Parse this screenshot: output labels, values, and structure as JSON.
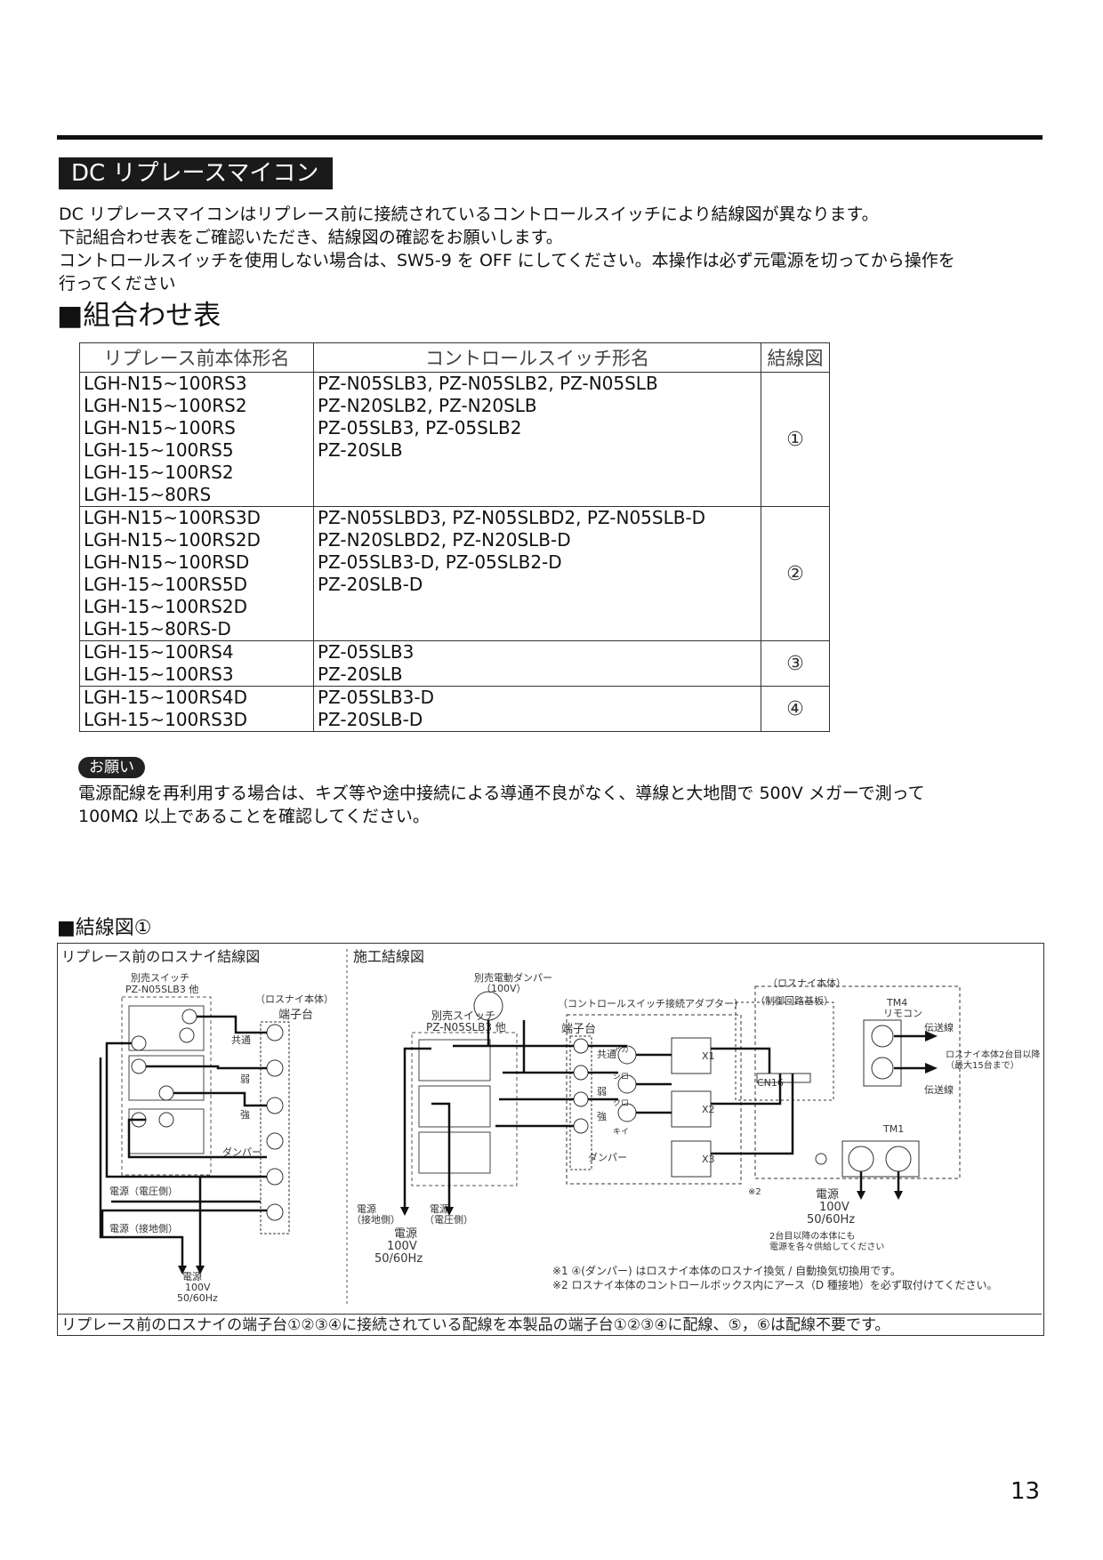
{
  "section_title": "DC リプレースマイコン",
  "intro": [
    "DC リプレースマイコンはリプレース前に接続されているコントロールスイッチにより結線図が異なります。",
    "下記組合わせ表をご確認いただき、結線図の確認をお願いします。",
    "コントロールスイッチを使用しない場合は、SW5-9 を OFF にしてください。本操作は必ず元電源を切ってから操作を",
    "行ってください"
  ],
  "table": {
    "heading": "■組合わせ表",
    "headers": [
      "リプレース前本体形名",
      "コントロールスイッチ形名",
      "結線図"
    ],
    "rows": [
      {
        "models": [
          "LGH-N15~100RS3",
          "LGH-N15~100RS2",
          "LGH-N15~100RS",
          "LGH-15~100RS5",
          "LGH-15~100RS2",
          "LGH-15~80RS"
        ],
        "switches": [
          "PZ-N05SLB3, PZ-N05SLB2, PZ-N05SLB",
          "PZ-N20SLB2, PZ-N20SLB",
          "PZ-05SLB3, PZ-05SLB2",
          "PZ-20SLB"
        ],
        "diagram": "①"
      },
      {
        "models": [
          "LGH-N15~100RS3D",
          "LGH-N15~100RS2D",
          "LGH-N15~100RSD",
          "LGH-15~100RS5D",
          "LGH-15~100RS2D",
          "LGH-15~80RS-D"
        ],
        "switches": [
          "PZ-N05SLBD3, PZ-N05SLBD2, PZ-N05SLB-D",
          "PZ-N20SLBD2, PZ-N20SLB-D",
          "PZ-05SLB3-D, PZ-05SLB2-D",
          "PZ-20SLB-D"
        ],
        "diagram": "②"
      },
      {
        "models": [
          "LGH-15~100RS4",
          "LGH-15~100RS3"
        ],
        "switches": [
          "PZ-05SLB3",
          "PZ-20SLB"
        ],
        "diagram": "③"
      },
      {
        "models": [
          "LGH-15~100RS4D",
          "LGH-15~100RS3D"
        ],
        "switches": [
          "PZ-05SLB3-D",
          "PZ-20SLB-D"
        ],
        "diagram": "④"
      }
    ]
  },
  "notice": {
    "badge": "お願い",
    "lines": [
      "電源配線を再利用する場合は、キズ等や途中接続による導通不良がなく、導線と大地間で 500V メガーで測って",
      "100MΩ 以上であることを確認してください。"
    ]
  },
  "wiring": {
    "heading": "■結線図①",
    "left_title": "リプレース前のロスナイ結線図",
    "right_title": "施工結線図",
    "switch_label": "別売スイッチ",
    "switch_model": "PZ-N05SLB3 他",
    "body_label": "（ロスナイ本体）",
    "terminal_block": "端子台",
    "common": "共通",
    "weak": "弱",
    "strong": "強",
    "damper": "ダンパー",
    "power": "電源",
    "power_volt_side": "電源（電圧側）",
    "power_ground_side": "電源（接地側）",
    "volt_side": "（電圧側）",
    "ground_side": "（接地側）",
    "voltage": "100V",
    "freq": "50/60Hz",
    "damper_sold": "別売電動ダンパー",
    "damper_volt": "（100V）",
    "adapter": "（コントロールスイッチ接続アダプター）",
    "lossnay_body": "（ロスナイ本体）",
    "control_board": "（制御回路基板）",
    "tm4": "TM4",
    "remocon": "リモコン",
    "tm1": "TM1",
    "cn16": "CN16",
    "transmission": "伝送線",
    "second_unit": "ロスナイ本体2台目以降",
    "max_units": "（最大15台まで）",
    "second_power_1": "2台目以降の本体にも",
    "second_power_2": "電源を各々供給してください",
    "note_mark": "※2",
    "wire_red": "アカ",
    "wire_white": "シロ",
    "wire_black": "クロ",
    "wire_yellow": "キイ",
    "relays": [
      "X1",
      "X2",
      "X3"
    ],
    "note1": "※1 ④(ダンパー) はロスナイ本体のロスナイ換気 / 自動換気切換用です。",
    "note2": "※2 ロスナイ本体のコントロールボックス内にアース（D 種接地）を必ず取付けてください。",
    "caption": "リプレース前のロスナイの端子台①②③④に接続されている配線を本製品の端子台①②③④に配線、⑤，⑥は配線不要です。"
  },
  "page_number": "13"
}
